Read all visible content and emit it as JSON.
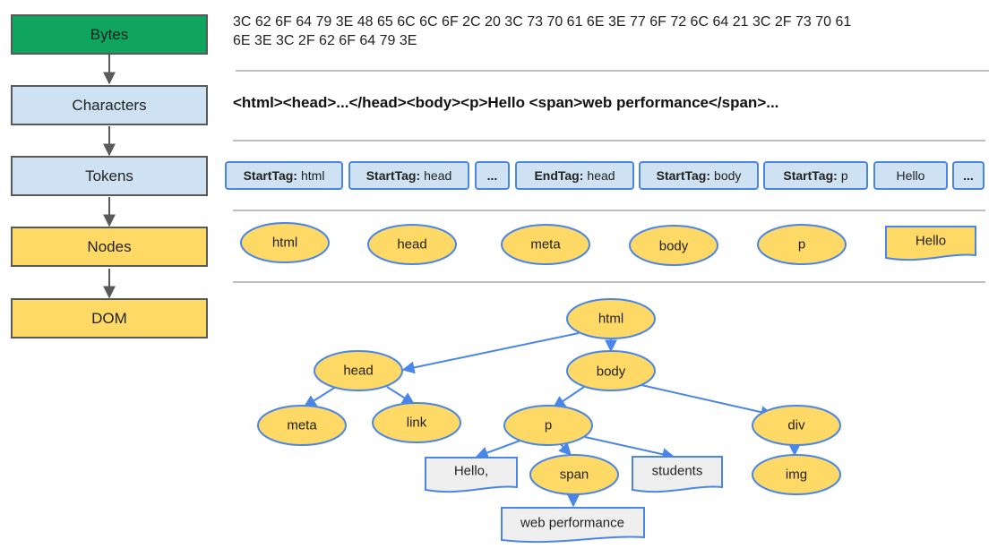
{
  "colors": {
    "bytes_fill": "#0fa55f",
    "stage_fill": "#cfe2f3",
    "node_fill": "#ffd966",
    "node_stroke": "#4a86e8",
    "doc_fill": "#efefef",
    "stage_arrow": "#595959",
    "separator": "#bfbfbf"
  },
  "stages": [
    "Bytes",
    "Characters",
    "Tokens",
    "Nodes",
    "DOM"
  ],
  "bytes_line1": "3C 62 6F 64 79 3E 48 65 6C 6C 6F 2C 20 3C 73 70 61 6E 3E 77 6F 72 6C 64 21 3C 2F 73 70 61",
  "bytes_line2": "6E 3E 3C 2F 62 6F 64 79 3E",
  "characters": "<html><head>...</head><body><p>Hello <span>web performance</span>...",
  "tokens": [
    {
      "bold": "StartTag:",
      "text": "html"
    },
    {
      "bold": "StartTag:",
      "text": "head"
    },
    {
      "bold": "...",
      "text": ""
    },
    {
      "bold": "EndTag:",
      "text": "head"
    },
    {
      "bold": "StartTag:",
      "text": "body"
    },
    {
      "bold": "StartTag:",
      "text": "p"
    },
    {
      "bold": "",
      "text": "Hello"
    },
    {
      "bold": "...",
      "text": ""
    }
  ],
  "nodes_row": {
    "html": "html",
    "head": "head",
    "meta": "meta",
    "body": "body",
    "p": "p",
    "hello": "Hello"
  },
  "tree": {
    "html": "html",
    "head": "head",
    "body": "body",
    "meta": "meta",
    "link": "link",
    "p": "p",
    "div": "div",
    "hello": "Hello,",
    "span": "span",
    "students": "students",
    "img": "img",
    "web": "web performance"
  }
}
